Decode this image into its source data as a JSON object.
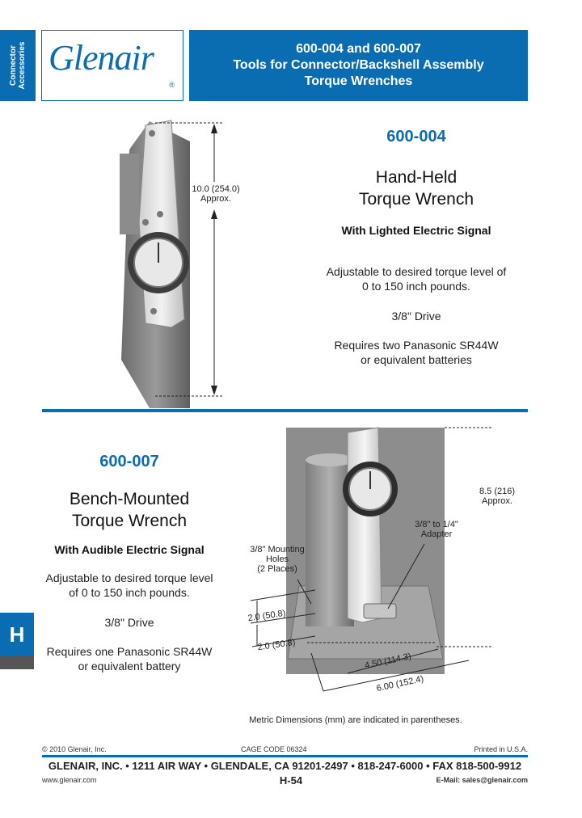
{
  "side_tab": {
    "line1": "Connector",
    "line2": "Accessories"
  },
  "logo": {
    "text": "Glenair",
    "mark": "®"
  },
  "header": {
    "line1": "600-004 and 600-007",
    "line2": "Tools for Connector/Backshell Assembly",
    "line3": "Torque Wrenches"
  },
  "product_004": {
    "model": "600-004",
    "title_line1": "Hand-Held",
    "title_line2": "Torque Wrench",
    "subtitle": "With Lighted Electric Signal",
    "desc_line1": "Adjustable to desired torque level of",
    "desc_line2": "0 to 150 inch pounds.",
    "drive": "3/8\" Drive",
    "battery_line1": "Requires two Panasonic SR44W",
    "battery_line2": "or equivalent batteries",
    "dim_line1": "10.0 (254.0)",
    "dim_line2": "Approx."
  },
  "product_007": {
    "model": "600-007",
    "title_line1": "Bench-Mounted",
    "title_line2": "Torque Wrench",
    "subtitle": "With Audible Electric Signal",
    "desc_line1": "Adjustable to desired torque level",
    "desc_line2": "of 0 to 150 inch pounds.",
    "drive": "3/8\" Drive",
    "battery_line1": "Requires one Panasonic SR44W",
    "battery_line2": "or equivalent battery",
    "dim_height_line1": "8.5 (216)",
    "dim_height_line2": "Approx.",
    "adapter_line1": "3/8\" to 1/4\"",
    "adapter_line2": "Adapter",
    "holes_line1": "3/8\" Mounting",
    "holes_line2": "Holes",
    "holes_line3": "(2 Places)",
    "dim_2a": "2.0 (50.8)",
    "dim_2b": "2.0 (50.8)",
    "dim_450": "4.50 (114.3)",
    "dim_600": "6.00 (152.4)"
  },
  "metric_note": "Metric Dimensions (mm) are indicated in parentheses.",
  "section_tab": "H",
  "footer": {
    "copyright": "© 2010 Glenair, Inc.",
    "cage": "CAGE CODE 06324",
    "printed": "Printed in U.S.A.",
    "address": "GLENAIR, INC. • 1211 AIR WAY • GLENDALE, CA 91201-2497 • 818-247-6000 • FAX 818-500-9912",
    "website": "www.glenair.com",
    "page": "H-54",
    "email": "E-Mail:  sales@glenair.com"
  },
  "colors": {
    "brand_blue": "#0a6db1",
    "dark_gray": "#555555"
  }
}
